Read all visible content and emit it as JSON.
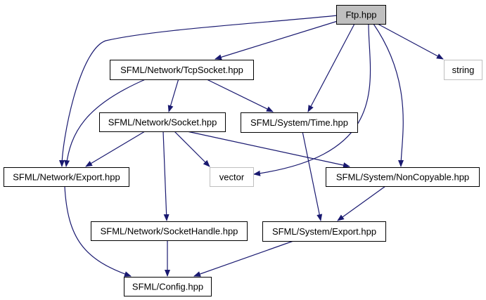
{
  "graph": {
    "edge_color": "#191970",
    "nodes": [
      {
        "id": "ftp",
        "label": "Ftp.hpp",
        "style": "root"
      },
      {
        "id": "tcpsocket",
        "label": "SFML/Network/TcpSocket.hpp",
        "style": "normal"
      },
      {
        "id": "string",
        "label": "string",
        "style": "external"
      },
      {
        "id": "socket",
        "label": "SFML/Network/Socket.hpp",
        "style": "normal"
      },
      {
        "id": "time",
        "label": "SFML/System/Time.hpp",
        "style": "normal"
      },
      {
        "id": "netexport",
        "label": "SFML/Network/Export.hpp",
        "style": "normal"
      },
      {
        "id": "vector",
        "label": "vector",
        "style": "external"
      },
      {
        "id": "noncopyable",
        "label": "SFML/System/NonCopyable.hpp",
        "style": "normal"
      },
      {
        "id": "sockethandle",
        "label": "SFML/Network/SocketHandle.hpp",
        "style": "normal"
      },
      {
        "id": "sysexport",
        "label": "SFML/System/Export.hpp",
        "style": "normal"
      },
      {
        "id": "config",
        "label": "SFML/Config.hpp",
        "style": "normal"
      }
    ],
    "edges": [
      {
        "from": "ftp",
        "to": "tcpsocket"
      },
      {
        "from": "ftp",
        "to": "string"
      },
      {
        "from": "ftp",
        "to": "time"
      },
      {
        "from": "ftp",
        "to": "netexport"
      },
      {
        "from": "ftp",
        "to": "vector"
      },
      {
        "from": "ftp",
        "to": "noncopyable"
      },
      {
        "from": "tcpsocket",
        "to": "socket"
      },
      {
        "from": "tcpsocket",
        "to": "time"
      },
      {
        "from": "tcpsocket",
        "to": "netexport"
      },
      {
        "from": "socket",
        "to": "netexport"
      },
      {
        "from": "socket",
        "to": "vector"
      },
      {
        "from": "socket",
        "to": "noncopyable"
      },
      {
        "from": "socket",
        "to": "sockethandle"
      },
      {
        "from": "time",
        "to": "sysexport"
      },
      {
        "from": "netexport",
        "to": "config"
      },
      {
        "from": "noncopyable",
        "to": "sysexport"
      },
      {
        "from": "sockethandle",
        "to": "config"
      },
      {
        "from": "sysexport",
        "to": "config"
      }
    ]
  }
}
